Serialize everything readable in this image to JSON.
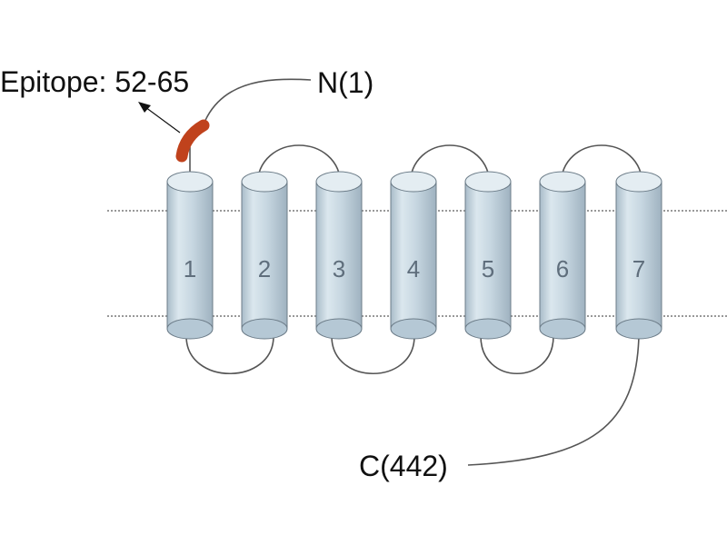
{
  "title": "",
  "labels": {
    "epitope": "Epitope: 52-65",
    "n_term": "N(1)",
    "c_term": "C(442)"
  },
  "helices": [
    "1",
    "2",
    "3",
    "4",
    "5",
    "6",
    "7"
  ],
  "colors": {
    "helix_fill": "#cfdfe8",
    "helix_stroke": "#6c7c88",
    "epitope": "#c0421c",
    "line": "#555555",
    "membrane_line": "#333333"
  }
}
